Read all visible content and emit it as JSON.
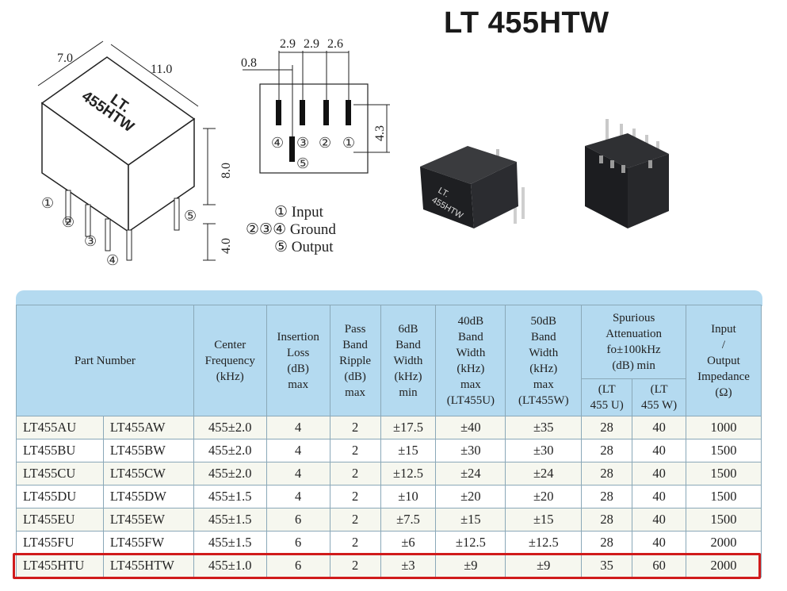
{
  "title": "LT 455HTW",
  "iso_drawing": {
    "dims": {
      "width": "7.0",
      "length": "11.0",
      "height": "8.0",
      "pin_length": "4.0"
    },
    "top_label": [
      "LT.",
      "455HTW"
    ],
    "pins": [
      "①",
      "②",
      "③",
      "④",
      "⑤"
    ]
  },
  "pin_diagram": {
    "dims": {
      "offset": "0.8",
      "pitch1": "2.9",
      "pitch2": "2.9",
      "pitch3": "2.6",
      "row_gap": "4.3"
    },
    "pins": [
      "④",
      "③",
      "②",
      "①",
      "⑤"
    ]
  },
  "legend": {
    "line1": "① Input",
    "line2": "②③④ Ground",
    "line3": "⑤ Output"
  },
  "photo_labels": [
    "LT.",
    "455HTW"
  ],
  "table": {
    "headers": {
      "part_number": "Part Number",
      "center_frequency": [
        "Center",
        "Frequency",
        "(kHz)"
      ],
      "insertion_loss": [
        "Insertion",
        "Loss",
        "(dB)",
        "max"
      ],
      "pass_band_ripple": [
        "Pass",
        "Band",
        "Ripple",
        "(dB)",
        "max"
      ],
      "band_width_6db": [
        "6dB",
        "Band",
        "Width",
        "(kHz)",
        "min"
      ],
      "band_width_40db": [
        "40dB",
        "Band",
        "Width",
        "(kHz)",
        "max",
        "(LT455U)"
      ],
      "band_width_50db": [
        "50dB",
        "Band",
        "Width",
        "(kHz)",
        "max",
        "(LT455W)"
      ],
      "spurious": [
        "Spurious",
        "Attenuation",
        "fo±100kHz",
        "(dB) min"
      ],
      "spurious_u": [
        "(LT",
        "455 U)"
      ],
      "spurious_w": [
        "(LT",
        "455 W)"
      ],
      "impedance": [
        "Input",
        "/",
        "Output",
        "Impedance",
        "(Ω)"
      ]
    },
    "rows": [
      [
        "LT455AU",
        "LT455AW",
        "455±2.0",
        "4",
        "2",
        "±17.5",
        "±40",
        "±35",
        "28",
        "40",
        "1000"
      ],
      [
        "LT455BU",
        "LT455BW",
        "455±2.0",
        "4",
        "2",
        "±15",
        "±30",
        "±30",
        "28",
        "40",
        "1500"
      ],
      [
        "LT455CU",
        "LT455CW",
        "455±2.0",
        "4",
        "2",
        "±12.5",
        "±24",
        "±24",
        "28",
        "40",
        "1500"
      ],
      [
        "LT455DU",
        "LT455DW",
        "455±1.5",
        "4",
        "2",
        "±10",
        "±20",
        "±20",
        "28",
        "40",
        "1500"
      ],
      [
        "LT455EU",
        "LT455EW",
        "455±1.5",
        "6",
        "2",
        "±7.5",
        "±15",
        "±15",
        "28",
        "40",
        "1500"
      ],
      [
        "LT455FU",
        "LT455FW",
        "455±1.5",
        "6",
        "2",
        "±6",
        "±12.5",
        "±12.5",
        "28",
        "40",
        "2000"
      ],
      [
        "LT455HTU",
        "LT455HTW",
        "455±1.0",
        "6",
        "2",
        "±3",
        "±9",
        "±9",
        "35",
        "60",
        "2000"
      ]
    ],
    "highlight_row": 6,
    "highlight_color": "#d01b1b",
    "header_color": "#b4daf0"
  }
}
